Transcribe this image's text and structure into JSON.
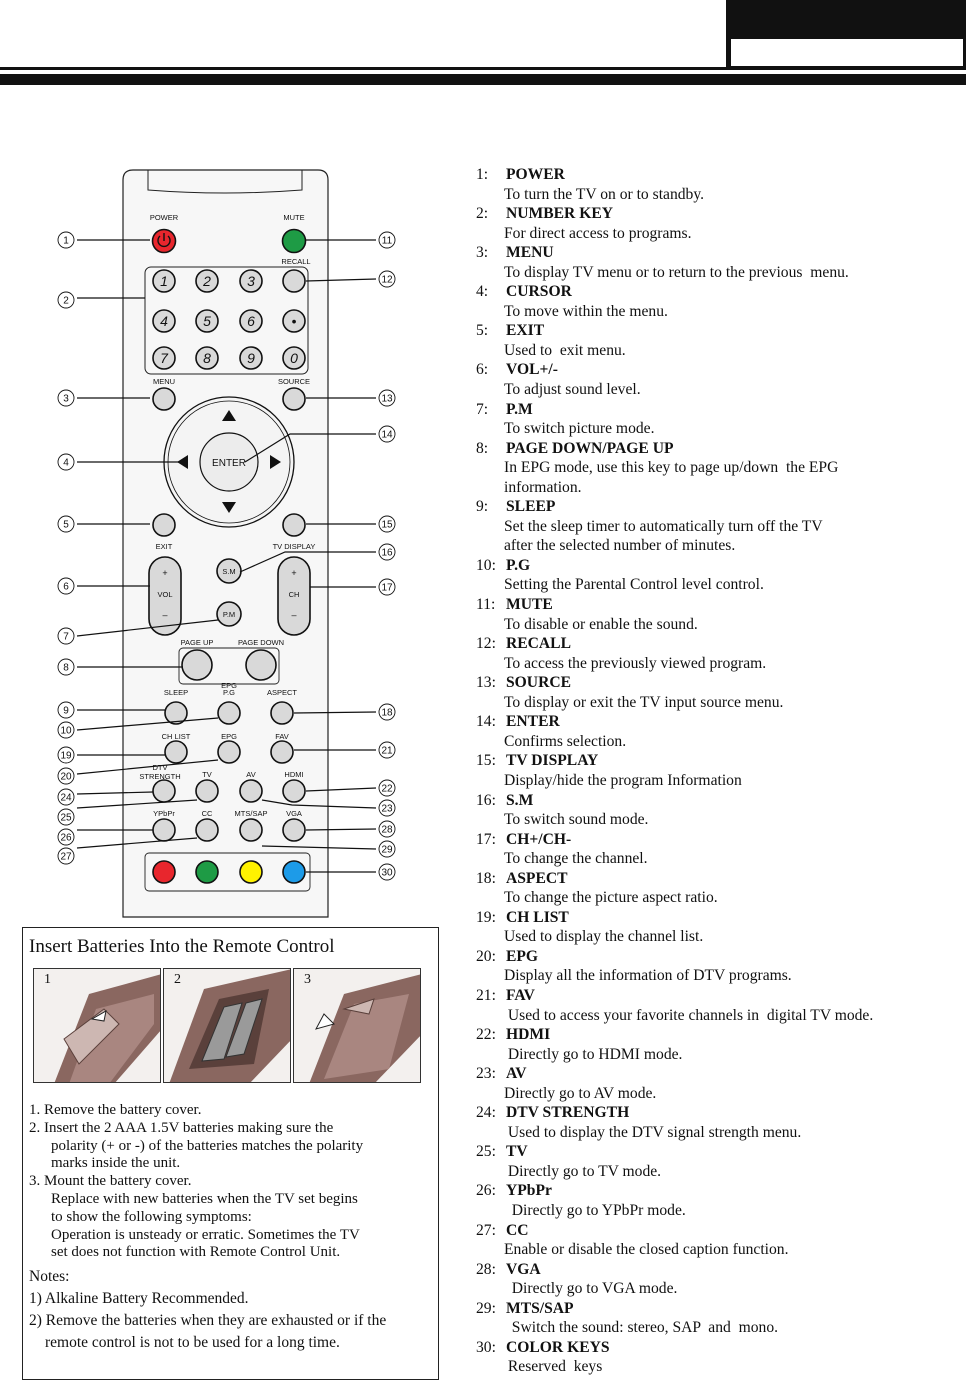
{
  "remote": {
    "labels": {
      "power": "POWER",
      "mute": "MUTE",
      "recall": "RECALL",
      "menu": "MENU",
      "source": "SOURCE",
      "enter": "ENTER",
      "exit": "EXIT",
      "tv_display": "TV DISPLAY",
      "vol": "VOL",
      "ch": "CH",
      "sm": "S.M",
      "pm": "P.M",
      "page_up": "PAGE UP",
      "page_down": "PAGE DOWN",
      "epg_group": "EPG",
      "sleep": "SLEEP",
      "pg": "P.G",
      "aspect": "ASPECT",
      "ch_list": "CH LIST",
      "epg": "EPG",
      "fav": "FAV",
      "dtv_strength_1": "DTV",
      "dtv_strength_2": "STRENGTH",
      "tv": "TV",
      "av": "AV",
      "hdmi": "HDMI",
      "ypbpr": "YPbPr",
      "cc": "CC",
      "mts_sap": "MTS/SAP",
      "vga": "VGA",
      "plus": "+",
      "minus": "–"
    },
    "digits": [
      "1",
      "2",
      "3",
      "4",
      "5",
      "6",
      "•",
      "7",
      "8",
      "9",
      "0"
    ],
    "callouts_left": [
      "1",
      "2",
      "3",
      "4",
      "5",
      "6",
      "7",
      "8",
      "9",
      "10",
      "19",
      "20",
      "24",
      "25",
      "26",
      "27"
    ],
    "callouts_right": [
      "11",
      "12",
      "13",
      "14",
      "15",
      "16",
      "17",
      "18",
      "21",
      "22",
      "23",
      "28",
      "29",
      "30"
    ],
    "colors": {
      "power": "#e8262d",
      "mute": "#1e9b45",
      "red": "#e8262d",
      "green": "#1e9b45",
      "yellow": "#fff200",
      "blue": "#1d9be8",
      "body": "#f7f7f7",
      "button": "#d9d9d9"
    }
  },
  "batteries": {
    "title": "Insert Batteries Into the Remote Control",
    "images": [
      "1",
      "2",
      "3"
    ],
    "steps": [
      "1.  Remove the battery cover.",
      "2.  Insert the 2 AAA 1.5V batteries making sure the",
      "polarity (+ or -) of the batteries matches the  polarity",
      "marks  inside the unit.",
      "3.  Mount the battery cover.",
      "Replace with new batteries when the TV set begins",
      "to show the following symptoms:",
      "Operation is unsteady or erratic. Sometimes the TV",
      "set does not function with Remote Control  Unit."
    ],
    "notes": [
      "Notes:",
      "1) Alkaline Battery Recommended.",
      "2) Remove the batteries when they are exhausted or if the",
      "remote control is not to be used for a long time."
    ]
  },
  "legend": [
    {
      "num": "1:",
      "key": "POWER",
      "desc": "To turn the TV on or to standby."
    },
    {
      "num": "2:",
      "key": "NUMBER KEY",
      "desc": "For direct access to programs."
    },
    {
      "num": "3:",
      "key": "MENU",
      "desc": "To display TV menu or to return to the previous  menu."
    },
    {
      "num": "4:",
      "key": "CURSOR",
      "desc": "To move within the menu."
    },
    {
      "num": "5:",
      "key": "EXIT",
      "desc": "Used to  exit menu."
    },
    {
      "num": "6:",
      "key": "VOL+/-",
      "desc": "To adjust sound level."
    },
    {
      "num": "7:",
      "key": "P.M",
      "desc": "To switch picture mode."
    },
    {
      "num": "8:",
      "key": "PAGE DOWN/PAGE UP",
      "desc": "In EPG mode, use this key to page up/down  the EPG",
      "desc2": "information."
    },
    {
      "num": "9:",
      "key": "SLEEP",
      "desc": "Set the sleep timer to automatically turn off the TV",
      "desc2": "after the selected number of minutes."
    },
    {
      "num": "10:",
      "key": "P.G",
      "desc": "Setting the Parental Control level control."
    },
    {
      "num": "11:",
      "key": "MUTE",
      "desc": "To disable or enable the sound."
    },
    {
      "num": "12:",
      "key": "RECALL",
      "desc": "To access the previously viewed program."
    },
    {
      "num": "13:",
      "key": "SOURCE",
      "desc": "To display or exit the TV input source menu."
    },
    {
      "num": "14:",
      "key": "ENTER",
      "desc": "Confirms selection."
    },
    {
      "num": "15:",
      "key": "TV DISPLAY",
      "desc": "Display/hide the program Information"
    },
    {
      "num": "16:",
      "key": "S.M",
      "desc": "To switch sound mode."
    },
    {
      "num": "17:",
      "key": "CH+/CH-",
      "desc": "To change the channel."
    },
    {
      "num": "18:",
      "key": "ASPECT",
      "desc": "To change the picture aspect ratio."
    },
    {
      "num": "19:",
      "key": "CH LIST",
      "desc": "Used to display the channel list."
    },
    {
      "num": "20:",
      "key": "EPG",
      "desc": "Display all the information of DTV programs."
    },
    {
      "num": "21:",
      "key": "FAV",
      "desc": " Used to access your favorite channels in  digital TV mode."
    },
    {
      "num": "22:",
      "key": "HDMI",
      "desc": " Directly go to HDMI mode."
    },
    {
      "num": "23:",
      "key": "AV",
      "desc": "Directly go to AV mode."
    },
    {
      "num": "24:",
      "key": "DTV STRENGTH",
      "desc": " Used to display the DTV signal strength menu."
    },
    {
      "num": "25:",
      "key": "TV",
      "desc": " Directly go to TV mode."
    },
    {
      "num": "26:",
      "key": "YPbPr",
      "desc": "  Directly go to YPbPr mode."
    },
    {
      "num": "27:",
      "key": "CC",
      "desc": "Enable or disable the closed caption function."
    },
    {
      "num": "28:",
      "key": "VGA",
      "desc": "  Directly go to VGA mode."
    },
    {
      "num": "29:",
      "key": "MTS/SAP",
      "desc": "  Switch the sound: stereo, SAP  and  mono."
    },
    {
      "num": "30:",
      "key": "COLOR KEYS",
      "desc": " Reserved  keys"
    }
  ]
}
